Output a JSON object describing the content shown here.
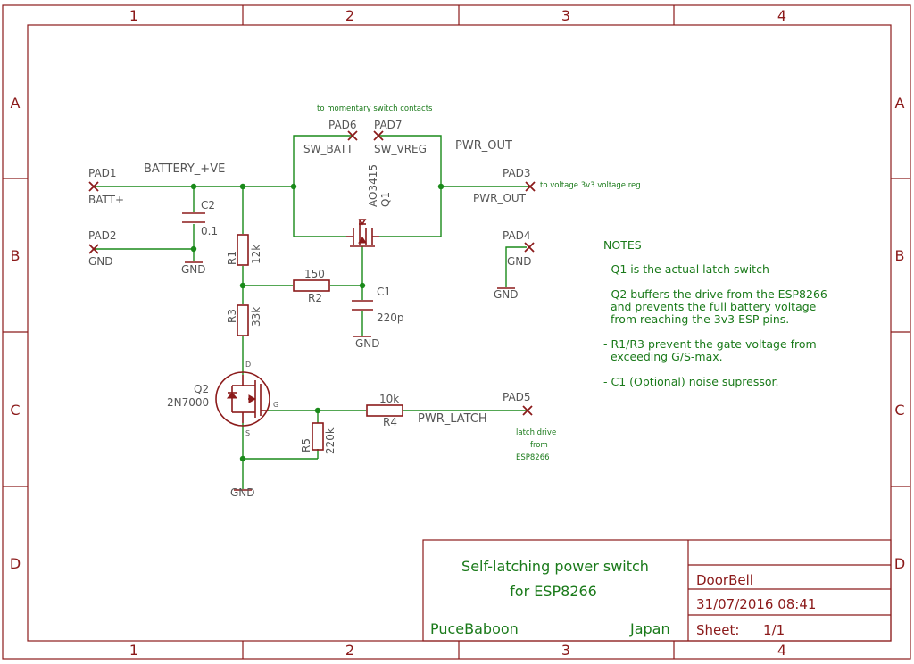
{
  "frame": {
    "columns": [
      "1",
      "2",
      "3",
      "4"
    ],
    "rows": [
      "A",
      "B",
      "C",
      "D"
    ]
  },
  "labels": {
    "pad1": "PAD1",
    "batt_plus": "BATT+",
    "battery_net": "BATTERY_+VE",
    "pad2": "PAD2",
    "gnd_pad2": "GND",
    "c2": "C2",
    "c2_val": "0.1",
    "gnd_c2": "GND",
    "r1": "R1",
    "r1_val": "12k",
    "r2_val": "150",
    "r2": "R2",
    "c1": "C1",
    "c1_val": "220p",
    "gnd_c1": "GND",
    "r3": "R3",
    "r3_val": "33k",
    "q2": "Q2",
    "q2_val": "2N7000",
    "pin_d": "D",
    "pin_g": "G",
    "pin_s": "S",
    "r5": "R5",
    "r5_val": "220k",
    "gnd_q2": "GND",
    "r4_val": "10k",
    "r4": "R4",
    "pwr_latch": "PWR_LATCH",
    "pad5": "PAD5",
    "latch_note1": "latch drive",
    "latch_note2": "from",
    "latch_note3": "ESP8266",
    "momentary_note": "to momentary switch contacts",
    "pad6": "PAD6",
    "sw_batt": "SW_BATT",
    "pad7": "PAD7",
    "sw_vreg": "SW_VREG",
    "pwr_out_net": "PWR_OUT",
    "q1_part": "AO3415",
    "q1": "Q1",
    "pad3": "PAD3",
    "pwr_out_pad": "PWR_OUT",
    "vreg_note": "to voltage 3v3 voltage reg",
    "pad4": "PAD4",
    "gnd_pad4": "GND",
    "gnd_pad4_sym": "GND"
  },
  "notes": {
    "title": "NOTES",
    "lines": [
      "- Q1 is the actual latch switch",
      "- Q2 buffers the drive from the ESP8266",
      "  and prevents the full battery voltage",
      "  from reaching the 3v3 ESP pins.",
      "- R1/R3 prevent the gate voltage from",
      "  exceeding G/S-max.",
      "- C1 (Optional) noise supressor."
    ]
  },
  "title_block": {
    "title_line1": "Self-latching power switch",
    "title_line2": "for ESP8266",
    "author": "PuceBaboon",
    "location": "Japan",
    "project": "DoorBell",
    "date": "31/07/2016 08:41",
    "sheet_label": "Sheet:",
    "sheet_value": "1/1"
  },
  "colors": {
    "frame": "#8b1a1a",
    "wire": "#1a8a1a",
    "label_text": "#555555",
    "note_text": "#1a7a1a"
  }
}
